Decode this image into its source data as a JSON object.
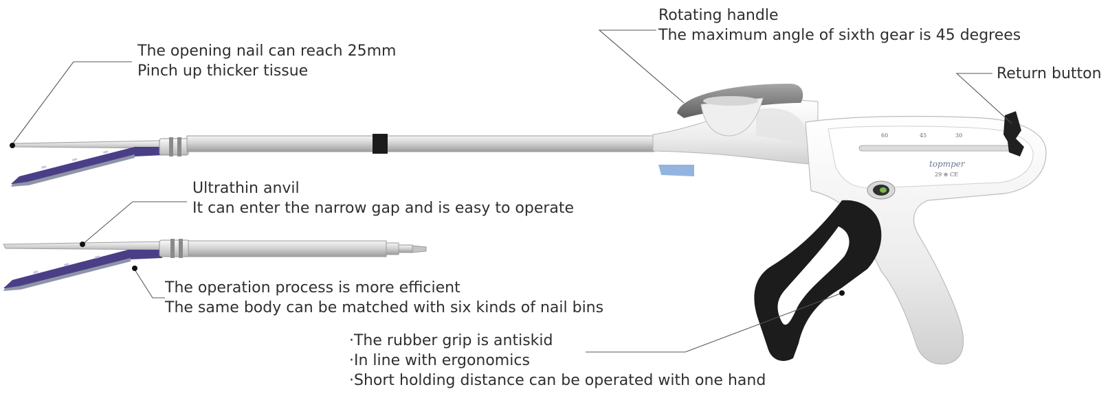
{
  "annotations": {
    "rotating_handle": [
      "Rotating handle",
      "The maximum angle of sixth gear is 45 degrees"
    ],
    "opening_nail": [
      "The opening nail can reach 25mm",
      "Pinch up thicker tissue"
    ],
    "return_button": [
      "Return button"
    ],
    "ultrathin_anvil": [
      "Ultrathin anvil",
      "It can enter the narrow gap and is easy to operate"
    ],
    "operation_process": [
      "The operation process is more efficient",
      "The same body can be matched with six kinds of nail bins"
    ],
    "rubber_grip": [
      "·The rubber grip is antiskid",
      "·In line with ergonomics",
      "·Short holding distance can be operated with one hand"
    ]
  },
  "device_markings": {
    "scale_ticks": [
      "60",
      "45",
      "30"
    ],
    "brand": "topmper",
    "brand_sub": "29 ⊕ CE"
  },
  "colors": {
    "text": "#2f2f2f",
    "leader_line": "#555555",
    "grip": "#1c1c1c",
    "cartridge": "#4a3f86",
    "body": "#f2f2f2"
  }
}
